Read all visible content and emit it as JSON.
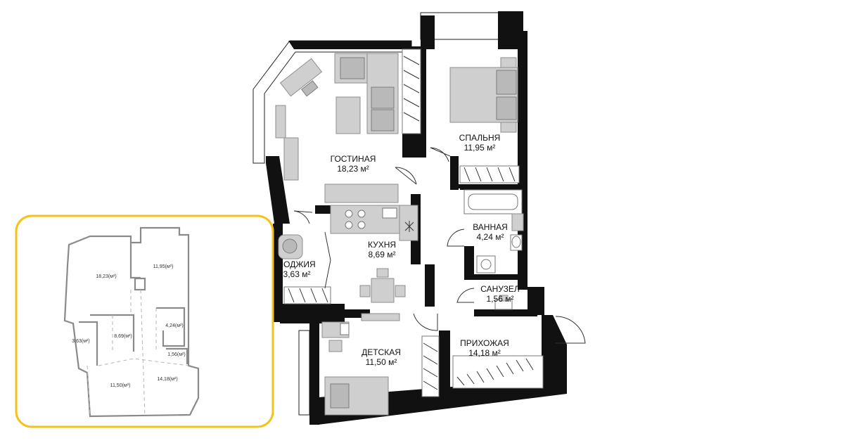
{
  "rooms": [
    {
      "key": "gostinaya",
      "name": "ГОСТИНАЯ",
      "area": "18,23 м²"
    },
    {
      "key": "spalnya",
      "name": "СПАЛЬНЯ",
      "area": "11,95 м²"
    },
    {
      "key": "vannaya",
      "name": "ВАННАЯ",
      "area": "4,24 м²"
    },
    {
      "key": "kuhnya",
      "name": "КУХНЯ",
      "area": "8,69 м²"
    },
    {
      "key": "lodzhiya",
      "name": "ЛОДЖИЯ",
      "area": "3,63 м²"
    },
    {
      "key": "sanuzel",
      "name": "САНУЗЕЛ",
      "area": "1,56 м²"
    },
    {
      "key": "prihozhaya",
      "name": "ПРИХОЖАЯ",
      "area": "14,18 м²"
    },
    {
      "key": "detskaya",
      "name": "ДЕТСКАЯ",
      "area": "11,50 м²"
    }
  ],
  "minimap": {
    "labels": [
      "18,23(м²)",
      "11,95(м²)",
      "4,24(м²)",
      "8,69(м²)",
      "3,63(м²)",
      "1,56(м²)",
      "14,18(м²)",
      "11,50(м²)"
    ],
    "highlight_color": "#f2c31b"
  },
  "colors": {
    "wall": "#111111",
    "furniture": "#cfcfcf"
  }
}
